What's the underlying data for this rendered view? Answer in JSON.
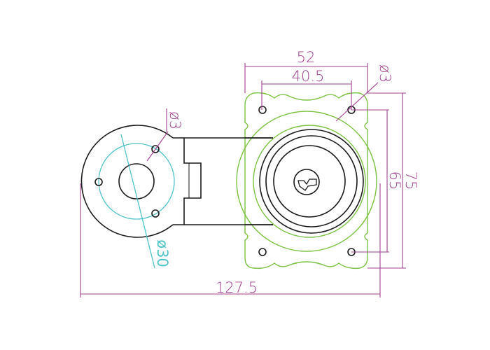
{
  "drawing": {
    "dimensions": {
      "overall_length": "127.5",
      "plate_width": "52",
      "hole_spacing_x": "40.5",
      "plate_height": "75",
      "hole_spacing_y": "65",
      "hole_diameter_right": "ø3",
      "hole_diameter_left": "ø3",
      "bolt_circle_diameter": "ø30"
    },
    "colors": {
      "outline": "#1a1a1a",
      "plate": "#7cc242",
      "dimension": "#a0408f",
      "center_circle": "#4fc3c8"
    }
  }
}
